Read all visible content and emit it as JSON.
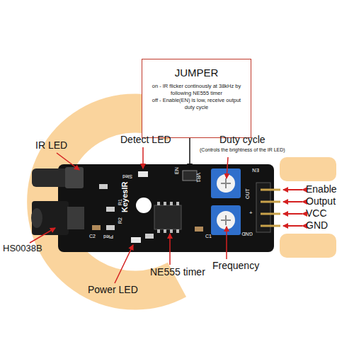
{
  "diagram": {
    "nodes": [
      {
        "text": [
          "JUMPER",
          "on - IR flicker continously at 38kHz by following NE555 timer",
          "off - Enable(EN) is low, receive output duty cycle"
        ]
      }
    ],
    "labels": [
      "IR LED",
      "Detect LED",
      "Duty cycle",
      "(Controls the brightness of the IR LED)",
      "Enable",
      "Output",
      "VCC",
      "GND",
      "HS0038B",
      "Power LED",
      "NE555 timer",
      "Frequency",
      "KeyesIR",
      "EN",
      "VR1",
      "EN",
      "OUT",
      "+",
      "GND",
      "R1",
      "R2",
      "C2",
      "C1",
      "Sled",
      "Pled"
    ]
  }
}
